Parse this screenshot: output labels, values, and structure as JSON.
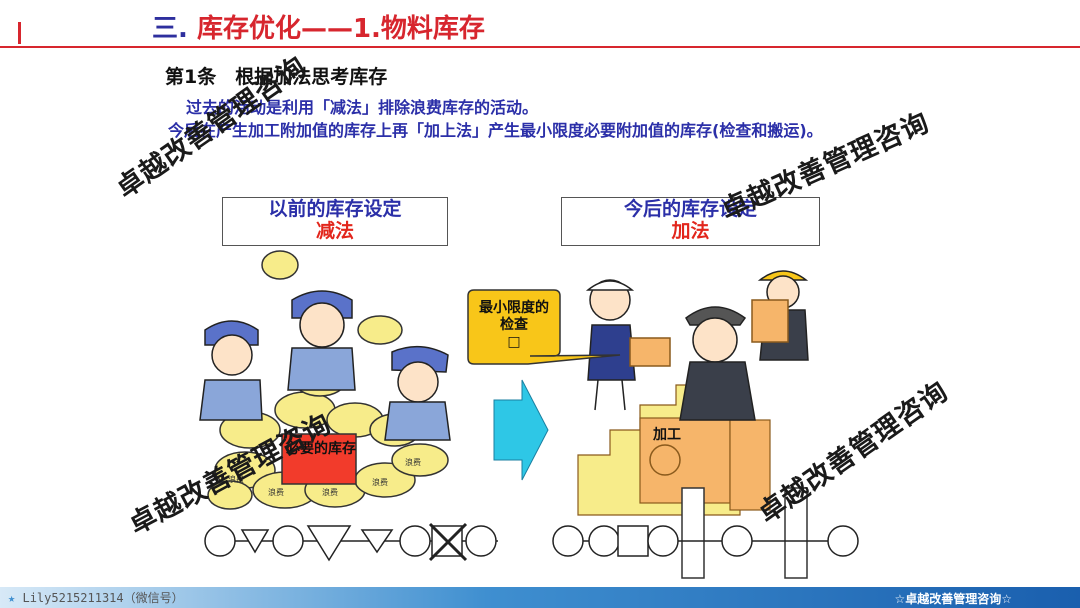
{
  "header": {
    "title_prefix": "三.",
    "title_main": "库存优化——1.物料库存"
  },
  "article": {
    "heading": "第1条　根据加法思考库存",
    "line1": "过去的活动是利用「减法」排除浪费库存的活动。",
    "line2": "今后在产生加工附加值的库存上再「加上法」产生最小限度必要附加值的库存(检查和搬运)。"
  },
  "left_panel": {
    "box_title": "以前的库存设定",
    "box_method": "减法",
    "necessary_stock_label": "必要的库存",
    "waste_label": "浪费"
  },
  "right_panel": {
    "box_title": "今后的库存设定",
    "box_method": "加法",
    "bubble_line1": "最小限度的",
    "bubble_line2": "检查",
    "bubble_symbol": "□",
    "process_label": "加工"
  },
  "watermark": "卓越改善管理咨询",
  "footer": {
    "left": "Lily5215211314（微信号）",
    "right": "☆卓越改善管理咨询☆"
  },
  "colors": {
    "title_blue": "#2e2f9e",
    "accent_red": "#d7262e",
    "text_blue": "#2b2fa8",
    "block_orange": "#f6b56a",
    "sack_yellow": "#f7ec8a",
    "arrow_cyan": "#2ec7e6"
  }
}
